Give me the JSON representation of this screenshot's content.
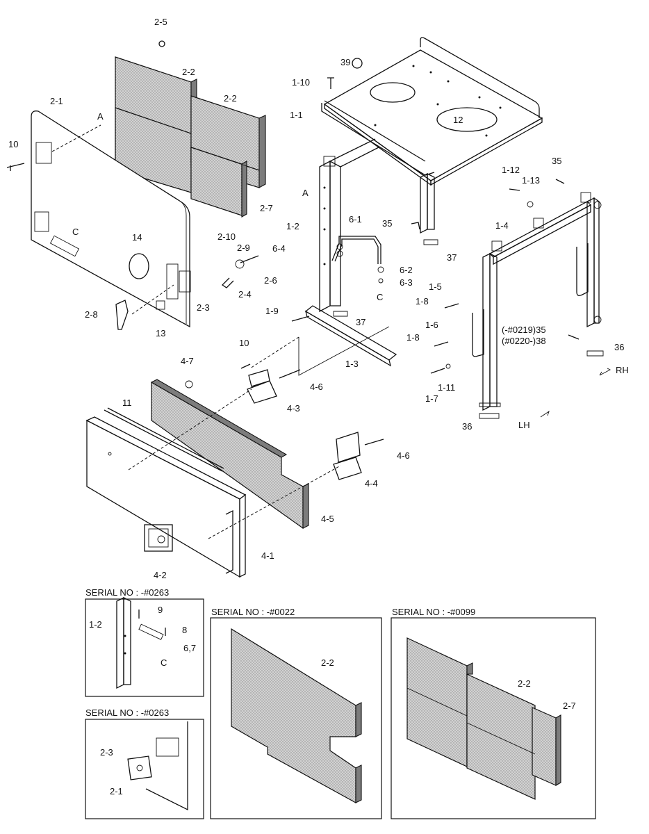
{
  "labels": {
    "p2_5": "2-5",
    "p2_2a": "2-2",
    "p2_2b": "2-2",
    "p2_1": "2-1",
    "pA1": "A",
    "p10a": "10",
    "p2_7": "2-7",
    "pC1": "C",
    "p14": "14",
    "p2_10": "2-10",
    "p2_9": "2-9",
    "p2_6": "2-6",
    "p2_4": "2-4",
    "p2_3": "2-3",
    "p2_8": "2-8",
    "p13": "13",
    "p39": "39",
    "p1_10": "1-10",
    "p1_1": "1-1",
    "p12": "12",
    "pA2": "A",
    "p1_2": "1-2",
    "p6_1": "6-1",
    "p35a": "35",
    "p6_4": "6-4",
    "p6_2": "6-2",
    "p6_3": "6-3",
    "pC2": "C",
    "p37a": "37",
    "p37b": "37",
    "p1_9": "1-9",
    "p1_3": "1-3",
    "p1_12": "1-12",
    "p1_13": "1-13",
    "p35b": "35",
    "p1_4": "1-4",
    "p1_5": "1-5",
    "p1_8a": "1-8",
    "p1_6": "1-6",
    "p1_8b": "1-8",
    "p35c": "(-#0219)35",
    "p38": "(#0220-)38",
    "p36a": "36",
    "pRH": "RH",
    "p1_11": "1-11",
    "p1_7": "1-7",
    "p36b": "36",
    "pLH": "LH",
    "p10b": "10",
    "p4_7": "4-7",
    "p4_6a": "4-6",
    "p4_3": "4-3",
    "p11": "11",
    "p4_6b": "4-6",
    "p4_4": "4-4",
    "p4_5": "4-5",
    "p4_1": "4-1",
    "p4_2": "4-2"
  },
  "insets": [
    {
      "serial": "SERIAL NO : -#0263",
      "labels": [
        "1-2",
        "9",
        "8",
        "6,7",
        "C"
      ]
    },
    {
      "serial": "SERIAL NO : -#0263",
      "labels": [
        "2-3",
        "2-1"
      ]
    },
    {
      "serial": "SERIAL NO : -#0022",
      "labels": [
        "2-2"
      ]
    },
    {
      "serial": "SERIAL NO : -#0099",
      "labels": [
        "2-2",
        "2-7"
      ]
    }
  ]
}
